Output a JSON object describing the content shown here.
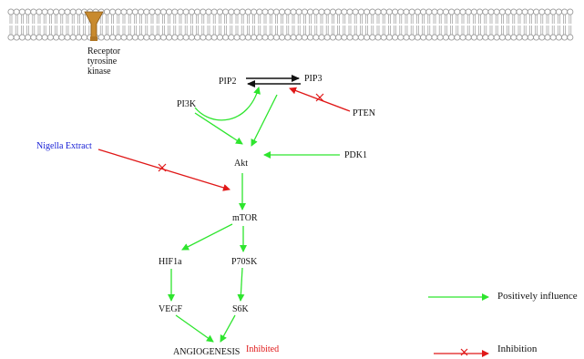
{
  "colors": {
    "positive": "#2ee52e",
    "inhibition": "#e01818",
    "membrane": "#9a9a9a",
    "receptor": "#c88a2e",
    "extract": "#1a22d6",
    "inhibited_text": "#e01818"
  },
  "membrane": {
    "receptor_label": [
      "Receptor",
      "tyrosine",
      "kinase"
    ]
  },
  "nodes": {
    "pip2": "PIP2",
    "pip3": "PIP3",
    "pi3k": "PI3K",
    "pten": "PTEN",
    "akt": "Akt",
    "pdk1": "PDK1",
    "nigella": "Nigella Extract",
    "mtor": "mTOR",
    "hif1a": "HIF1a",
    "p70sk": "P70SK",
    "vegf": "VEGF",
    "s6k": "S6K",
    "angiogenesis": "ANGIOGENESIS",
    "inhibited": "Inhibited"
  },
  "legend": {
    "positive": "Positively influence",
    "inhibition": "Inhibition"
  }
}
